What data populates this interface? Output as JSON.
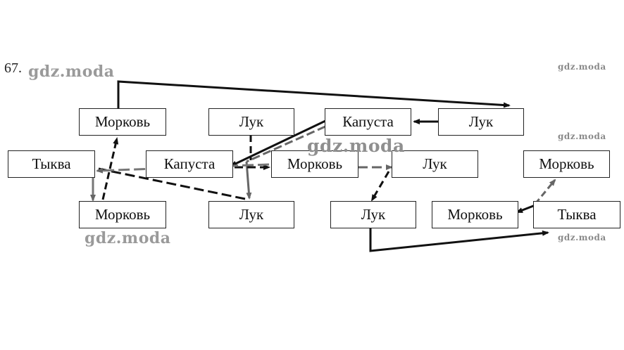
{
  "exercise_number": "67.",
  "watermark": "gdz.moda",
  "nodes": {
    "morkov_top": "Морковь",
    "luk_top_left": "Лук",
    "kapusta_top": "Капуста",
    "luk_top_right": "Лук",
    "tykva_mid": "Тыква",
    "kapusta_mid": "Капуста",
    "morkov_mid": "Морковь",
    "luk_mid": "Лук",
    "morkov_mid_right": "Морковь",
    "morkov_bottom_left": "Морковь",
    "luk_bottom_left": "Лук",
    "luk_bottom": "Лук",
    "morkov_bottom_right": "Морковь",
    "tykva_bottom": "Тыква"
  }
}
